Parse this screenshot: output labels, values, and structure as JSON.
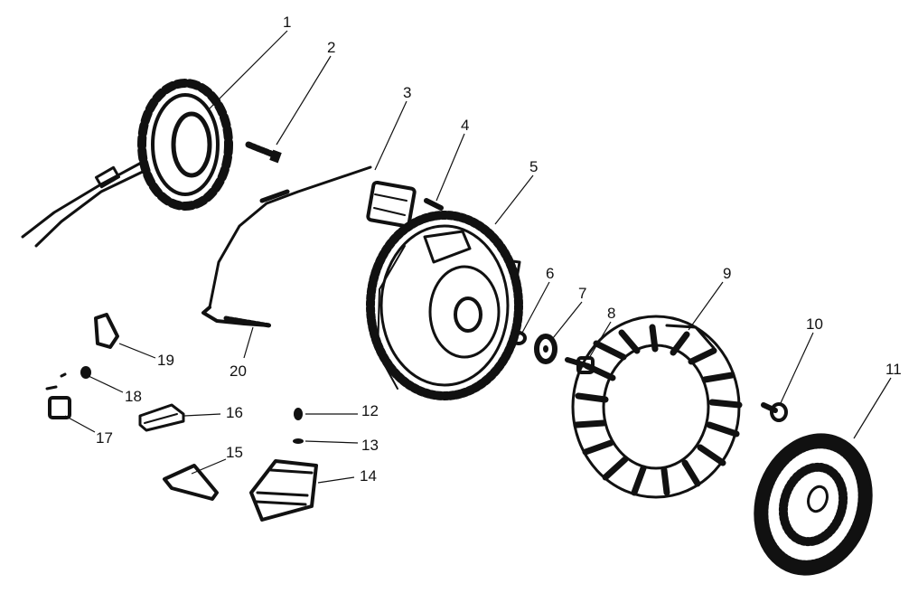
{
  "diagram": {
    "type": "exploded-parts-view",
    "callouts": [
      {
        "id": "1",
        "label": "1"
      },
      {
        "id": "2",
        "label": "2"
      },
      {
        "id": "3",
        "label": "3"
      },
      {
        "id": "4",
        "label": "4"
      },
      {
        "id": "5",
        "label": "5"
      },
      {
        "id": "6",
        "label": "6"
      },
      {
        "id": "7",
        "label": "7"
      },
      {
        "id": "8",
        "label": "8"
      },
      {
        "id": "9",
        "label": "9"
      },
      {
        "id": "10",
        "label": "10"
      },
      {
        "id": "11",
        "label": "11"
      },
      {
        "id": "12",
        "label": "12"
      },
      {
        "id": "13",
        "label": "13"
      },
      {
        "id": "14",
        "label": "14"
      },
      {
        "id": "15",
        "label": "15"
      },
      {
        "id": "16",
        "label": "16"
      },
      {
        "id": "17",
        "label": "17"
      },
      {
        "id": "18",
        "label": "18"
      },
      {
        "id": "19",
        "label": "19"
      },
      {
        "id": "20",
        "label": "20"
      }
    ],
    "colors": {
      "ink": "#111111",
      "background": "#ffffff"
    }
  }
}
